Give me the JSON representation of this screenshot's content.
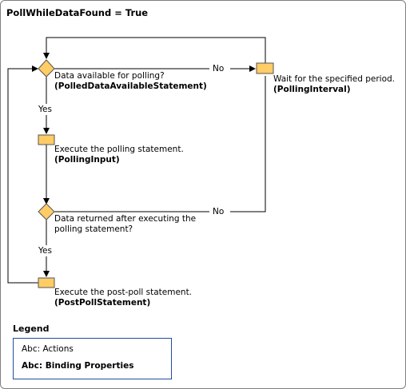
{
  "title": "PollWhileDataFound = True",
  "nodes": {
    "decision_available": {
      "text": "Data available for polling?",
      "property": "(PolledDataAvailableStatement)"
    },
    "action_execute": {
      "text": "Execute the polling statement.",
      "property": "(PollingInput)"
    },
    "decision_returned": {
      "text_line1": "Data returned after executing the",
      "text_line2": "polling statement?"
    },
    "action_postpoll": {
      "text": "Execute the post-poll statement.",
      "property": "(PostPollStatement)"
    },
    "action_wait": {
      "text": "Wait for the specified period.",
      "property": "(PollingInterval)"
    }
  },
  "edge_labels": {
    "no_top": "No",
    "no_bottom": "No",
    "yes_top": "Yes",
    "yes_bottom": "Yes"
  },
  "legend": {
    "title": "Legend",
    "actions": "Abc: Actions",
    "binding_properties": "Abc: Binding Properties"
  },
  "colors": {
    "shape_fill": "#ffcc66",
    "shape_stroke": "#555555",
    "line": "#000000",
    "legend_border": "#1f4e9c"
  }
}
